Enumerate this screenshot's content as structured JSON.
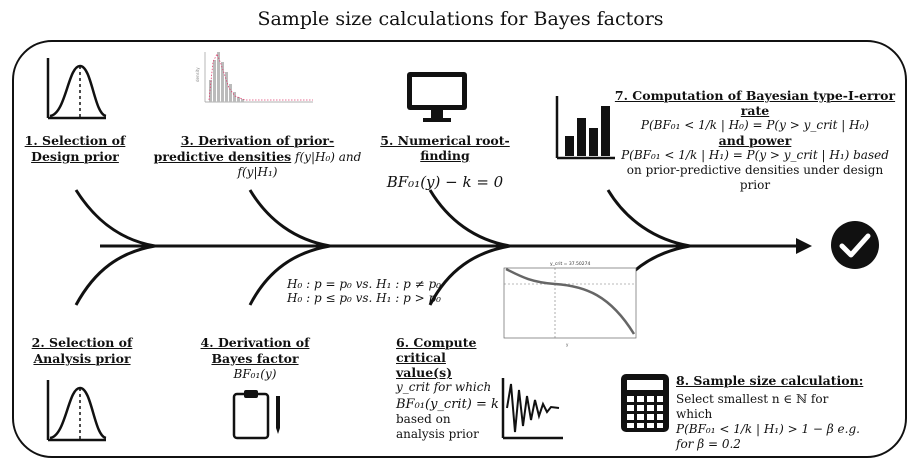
{
  "title": "Sample size calculations for Bayes factors",
  "steps": {
    "s1": {
      "label": "1. Selection of Design prior"
    },
    "s2": {
      "label": "2. Selection of Analysis prior"
    },
    "s3": {
      "label": "3. Derivation of prior-predictive densities",
      "tail": "f(y|H₀) and f(y|H₁)"
    },
    "s4": {
      "label": "4. Derivation of Bayes factor",
      "tail": "BF₀₁(y)"
    },
    "s5": {
      "label": "5. Numerical root-finding",
      "formula": "BF₀₁(y) − k = 0"
    },
    "s6": {
      "label": "6. Compute critical value(s)",
      "tail1": "y_crit for which",
      "formula": "BF₀₁(y_crit) = k",
      "tail2": "based on analysis prior"
    },
    "s7": {
      "label": "7. Computation of Bayesian type-I-error rate",
      "formula1": "P(BF₀₁ < 1/k | H₀) = P(y > y_crit | H₀)",
      "and_power": "and power",
      "formula2": "P(BF₀₁ < 1/k | H₁) = P(y > y_crit | H₁) based",
      "tail": "on prior-predictive densities under design prior"
    },
    "s8": {
      "label": "8. Sample size calculation:",
      "line1": "Select smallest n ∈ ℕ for which",
      "line2": "P(BF₀₁ < 1/k | H₁) > 1 − β e.g.",
      "line3": "for β = 0.2"
    }
  },
  "hypotheses": {
    "h1": "H₀ : p = p₀ vs. H₁ : p ≠ p₀",
    "h2": "H₀ : p ≤ p₀ vs. H₁ : p > p₀"
  },
  "plot_title": "y_crit = 37.50274",
  "icons": [
    "density-curve-icon",
    "histogram-icon",
    "monitor-icon",
    "bar-chart-icon",
    "clipboard-icon",
    "oscillation-icon",
    "calculator-icon",
    "checkmark-icon"
  ]
}
